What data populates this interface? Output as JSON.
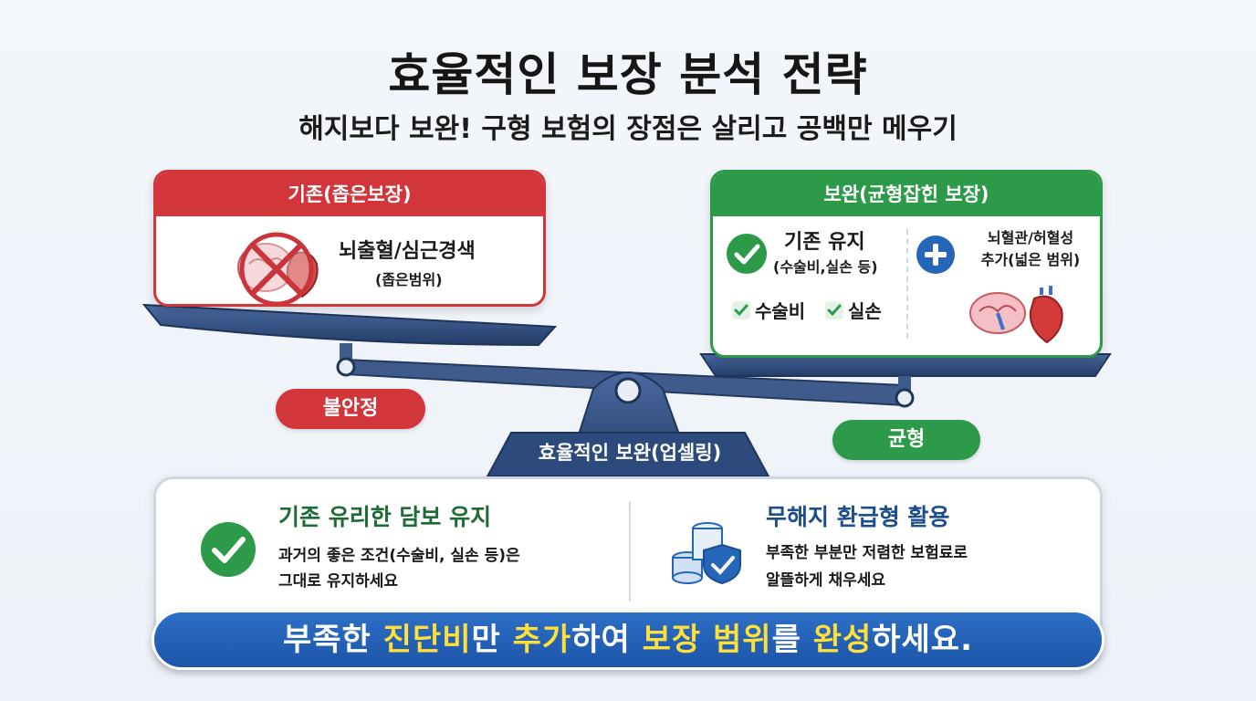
{
  "header": {
    "title": "효율적인 보장 분석 전략",
    "subtitle": "해지보다 보완! 구형 보험의 장점은 살리고 공백만 메우기"
  },
  "left_card": {
    "heading": "기존(좁은보장)",
    "label": "뇌출혈/심근경색",
    "sub": "(좁은범위)",
    "status": "불안정"
  },
  "right_card": {
    "heading": "보완(균형잡힌 보장)",
    "keep_title": "기존 유지",
    "keep_sub": "(수술비,실손 등)",
    "items": [
      "수술비",
      "실손"
    ],
    "add_line1": "뇌혈관/허혈성",
    "add_line2": "추가(넓은 범위)",
    "status": "균형"
  },
  "scale": {
    "base_label": "효율적인 보완(업셀링)"
  },
  "bottom": {
    "left_title": "기존 유리한 담보 유지",
    "left_text_1": "과거의 좋은 조건(수술비, 실손 등)은",
    "left_text_2": "그대로 유지하세요",
    "right_title": "무해지 환급형 활용",
    "right_text_1": "부족한 부분만 저렴한 보험료로",
    "right_text_2": "알뜰하게 채우세요"
  },
  "banner": {
    "p1": "부족한 ",
    "h1": "진단비",
    "p2": "만 ",
    "h2": "추가",
    "p3": "하여 ",
    "h3": "보장 범위",
    "p4": "를 ",
    "h4": "완성",
    "p5": "하세요."
  },
  "colors": {
    "red": "#d2353a",
    "green": "#2c9a48",
    "navy": "#2c4a7c",
    "blue": "#1c55a8",
    "highlight": "#ffdf3a"
  }
}
